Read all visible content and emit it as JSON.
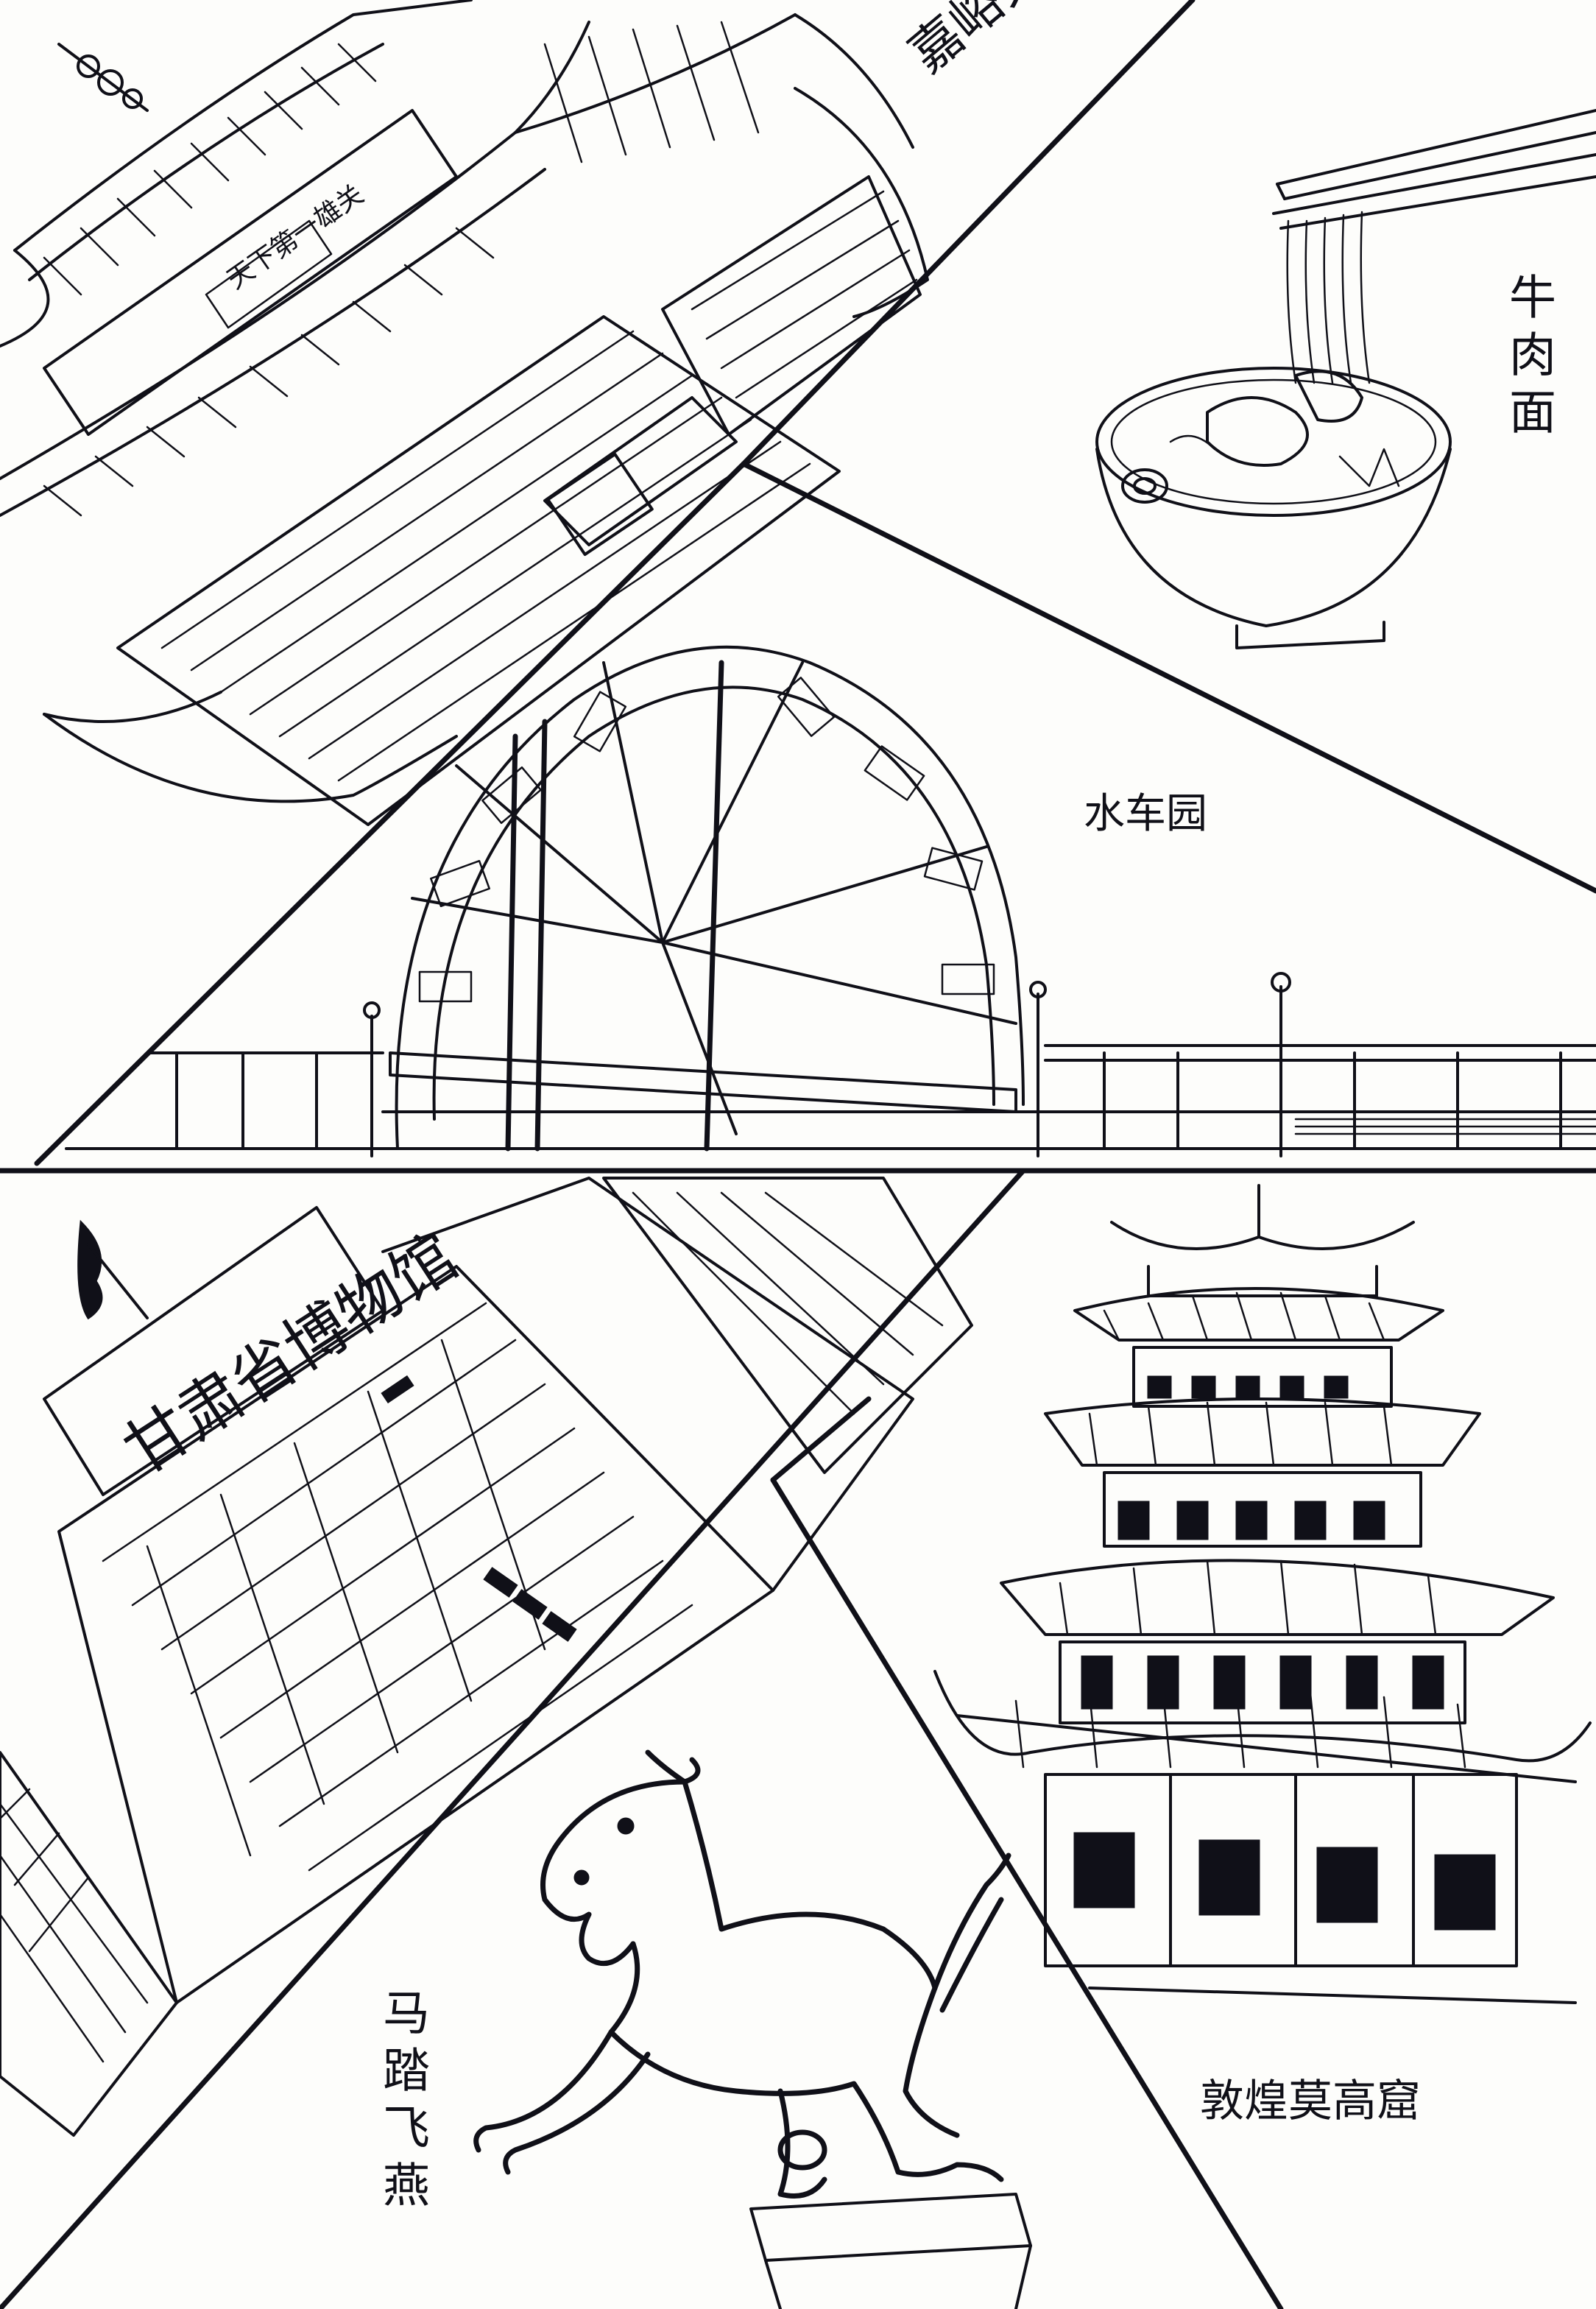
{
  "panels": {
    "jiayuguan": {
      "label": "嘉峪关",
      "gate_plaque": "天下第一雄关"
    },
    "beef_noodles": {
      "label": "牛肉面"
    },
    "waterwheel_park": {
      "label": "水车园"
    },
    "gansu_museum": {
      "label": "甘肃省博物馆"
    },
    "galloping_horse": {
      "label": "马踏飞燕"
    },
    "dunhuang_caves": {
      "label": "敦煌莫高窟"
    }
  },
  "colors": {
    "ink": "#101018",
    "paper": "#fdfdfb"
  }
}
